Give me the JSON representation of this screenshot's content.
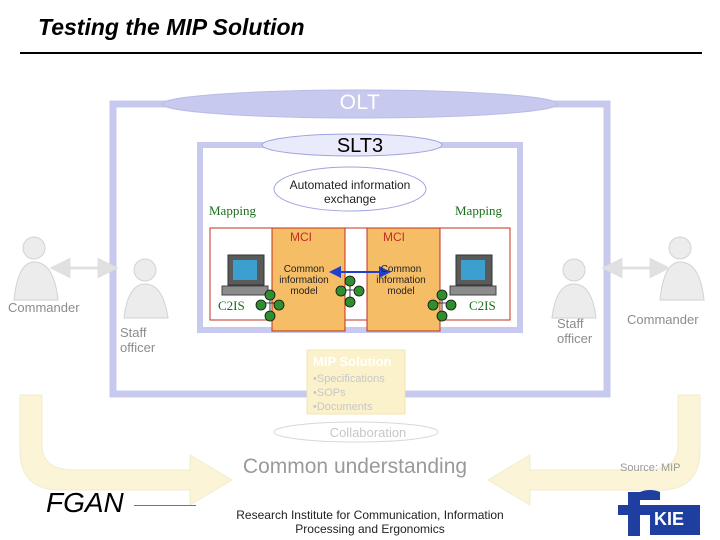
{
  "slide": {
    "title": "Testing the MIP Solution",
    "source": "Source: MIP",
    "footer_org": "FGAN",
    "footer_institute": "Research Institute for Communication, Information Processing and Ergonomics",
    "logo_text": "KIE"
  },
  "diagram": {
    "outer_layer": "OLT",
    "inner_layer": "SLT3",
    "exchange_label": "Automated information exchange",
    "mapping_left": "Mapping",
    "mapping_right": "Mapping",
    "mci_left": "MCI",
    "mci_right": "MCI",
    "model_left": "Common information model",
    "model_right": "Common information model",
    "c2is_left": "C2IS",
    "c2is_right": "C2IS",
    "commander_left": "Commander",
    "commander_right": "Commander",
    "staff_left": "Staff officer",
    "staff_right": "Staff officer",
    "mip_solution": {
      "heading": "MIP Solution",
      "items": [
        "•Specifications",
        "•SOPs",
        "•Documents"
      ]
    },
    "collaboration": "Collaboration",
    "common_understanding": "Common understanding"
  },
  "colors": {
    "cylinder": "#c7c9ee",
    "slt3_fill": "#e9ebfb",
    "mip_box": "#fbf2cc",
    "mip_box_border": "#f0e6b6",
    "mci_panel": "#f4bd66",
    "mci_border": "#c2301f",
    "arrow_fill": "#fbf4d6"
  }
}
